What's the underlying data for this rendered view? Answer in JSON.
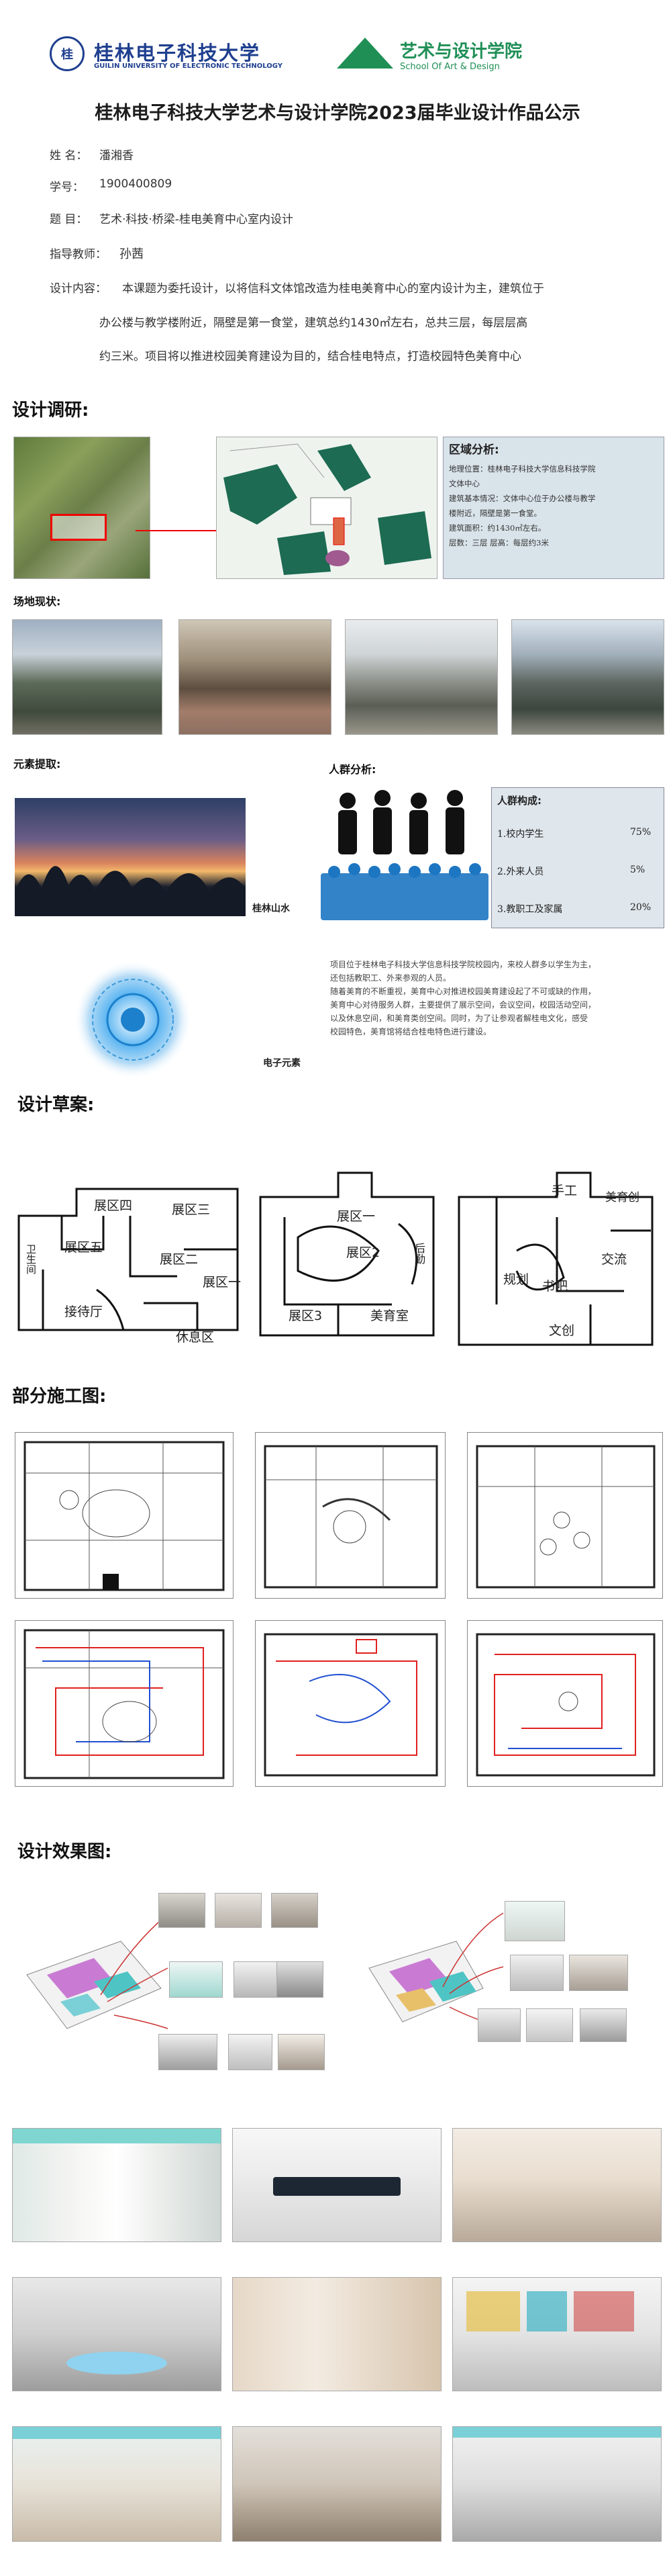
{
  "header": {
    "uni_cn": "桂林电子科技大学",
    "uni_en": "GUILIN UNIVERSITY OF ELECTRONIC TECHNOLOGY",
    "school_cn": "艺术与设计学院",
    "school_en": "School Of Art & Design"
  },
  "title": "桂林电子科技大学艺术与设计学院2023届毕业设计作品公示",
  "info": {
    "name_label": "姓 名：",
    "name_value": "潘湘香",
    "id_label": "学号：",
    "id_value": "1900400809",
    "topic_label": "题 目：",
    "topic_value": "艺术·科技·桥梁-桂电美育中心室内设计",
    "advisor_label": "指导教师：",
    "advisor_value": "孙茜",
    "content_label": "设计内容：",
    "content_line1": "本课题为委托设计，以将信科文体馆改造为桂电美育中心的室内设计为主，建筑位于",
    "content_line2": "办公楼与教学楼附近，隔壁是第一食堂，建筑总约1430㎡左右，总共三层，每层层高",
    "content_line3": "约三米。项目将以推进校园美育建设为目的，结合桂电特点，打造校园特色美育中心"
  },
  "research": {
    "section_title": "设计调研:",
    "area_title": "区域分析:",
    "area_lines": [
      "地理位置：桂林电子科技大学信息科技学院",
      "文体中心",
      "建筑基本情况：文体中心位于办公楼与教学",
      "楼附近，隔壁是第一食堂。",
      "建筑面积：约1430㎡左右。",
      "层数：三层        层高：每层约3米"
    ],
    "site_title": "场地现状:",
    "element_title": "元素提取:",
    "crowd_title": "人群分析:",
    "crowd_box_title": "人群构成:",
    "crowd_items": [
      {
        "label": "1.校内学生",
        "pct": "75%"
      },
      {
        "label": "2.外来人员",
        "pct": "5%"
      },
      {
        "label": "3.教职工及家属",
        "pct": "20%"
      }
    ],
    "shanshui_label": "桂林山水",
    "electronic_label": "电子元素",
    "crowd_para": [
      "项目位于桂林电子科技大学信息科技学院校园内，来校人群多以学生为主，",
      "还包括教职工、外来参观的人员。",
      "随着美育的不断重视，美育中心对推进校园美育建设起了不可或缺的作用，",
      "美育中心对待服务人群，主要提供了展示空间，会议空间，校园活动空间，",
      "以及休息空间，和美育类创空间。同时，为了让参观者解桂电文化，感受",
      "校园特色，美育馆将结合桂电特色进行建设。"
    ]
  },
  "sketch": {
    "section_title": "设计草案:",
    "s1": [
      "展区四",
      "展区三",
      "展区二",
      "展区一",
      "展区五",
      "接待厅",
      "休息区",
      "卫生间"
    ],
    "s2": [
      "展区一",
      "展区2",
      "展区3",
      "美育室",
      "后勤"
    ],
    "s3": [
      "手工",
      "美育创",
      "交流",
      "规划",
      "文创",
      "书吧"
    ]
  },
  "construction": {
    "section_title": "部分施工图:"
  },
  "render": {
    "section_title": "设计效果图:"
  }
}
